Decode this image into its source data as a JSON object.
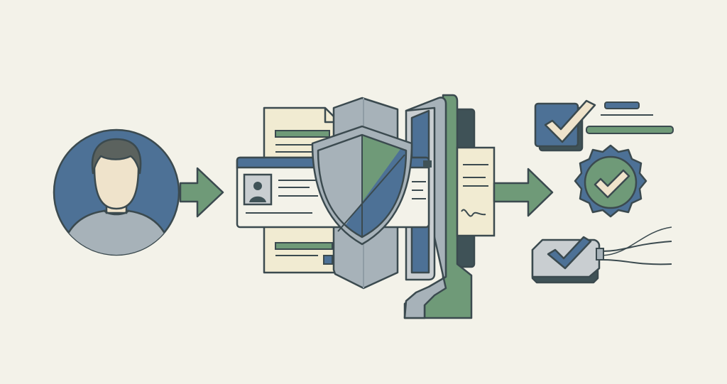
{
  "palette": {
    "background": "#f3f2e9",
    "outline": "#3b4a4f",
    "blue": "#4d7196",
    "green": "#6f9a78",
    "dark_slate": "#3f5257",
    "grey_blue": "#a7b2b9",
    "light_grey": "#c9ced1",
    "paper": "#f1ebd2",
    "skin": "#efe3cb",
    "hair": "#5b625e"
  },
  "diagram": {
    "steps": [
      {
        "name": "user",
        "icon": "user-avatar-icon"
      },
      {
        "name": "document-verification",
        "icon": "id-card-icon"
      },
      {
        "name": "security-check",
        "icon": "shield-icon"
      },
      {
        "name": "system-processing",
        "icon": "computer-monitor-icon"
      },
      {
        "name": "approval",
        "icon": "verified-badge-icon"
      }
    ]
  }
}
